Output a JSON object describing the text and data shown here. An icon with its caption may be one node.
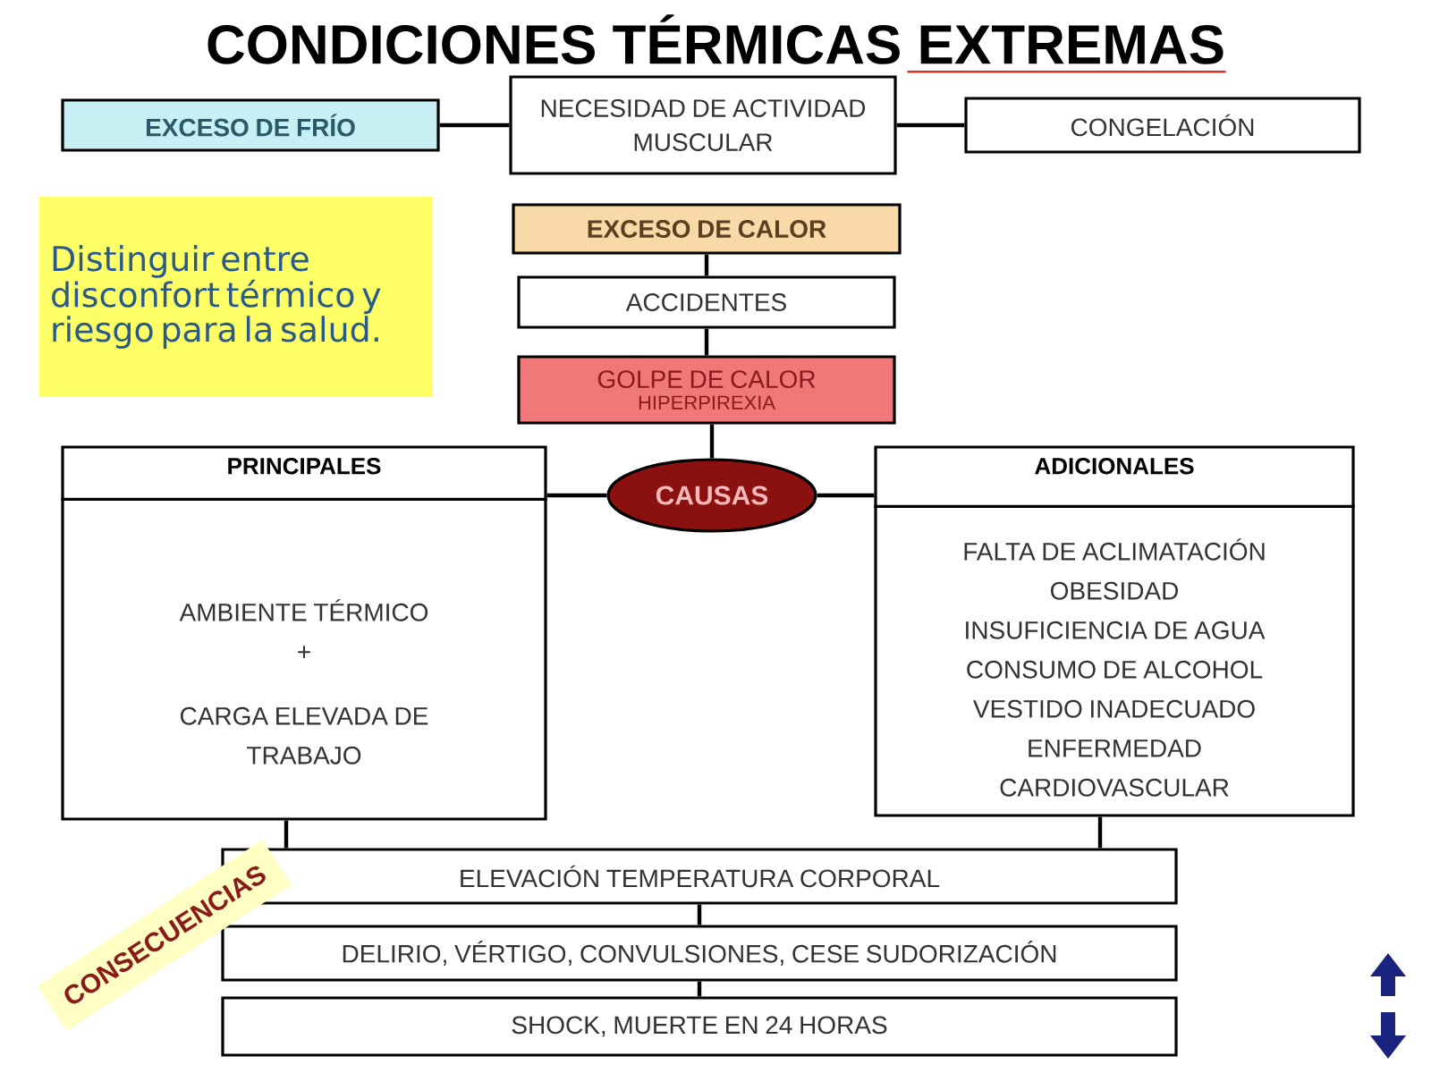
{
  "diagram": {
    "title": "CONDICIONES TÉRMICAS EXTREMAS",
    "nodes": [
      {
        "text": [
          "EXCESO DE FRÍO"
        ]
      },
      {
        "text": [
          "NECESIDAD DE ACTIVIDAD MUSCULAR"
        ]
      },
      {
        "text": [
          "CONGELACIÓN"
        ]
      },
      {
        "text": [
          "Distinguir entre disconfort térmico y riesgo para la salud."
        ]
      },
      {
        "text": [
          "EXCESO DE CALOR"
        ]
      },
      {
        "text": [
          "ACCIDENTES"
        ]
      },
      {
        "text": [
          "GOLPE DE CALOR",
          "HIPERPIREXIA"
        ]
      },
      {
        "text": [
          "CAUSAS"
        ]
      },
      {
        "text": [
          "PRINCIPALES",
          "AMBIENTE TÉRMICO",
          "+",
          "CARGA ELEVADA DE TRABAJO"
        ]
      },
      {
        "text": [
          "ADICIONALES",
          "FALTA DE ACLIMATACIÓN",
          "OBESIDAD",
          "INSUFICIENCIA DE AGUA",
          "CONSUMO DE ALCOHOL",
          "VESTIDO INADECUADO",
          "ENFERMEDAD CARDIOVASCULAR"
        ]
      },
      {
        "text": [
          "ELEVACIÓN TEMPERATURA CORPORAL"
        ]
      },
      {
        "text": [
          "DELIRIO, VÉRTIGO, CONVULSIONES, CESE SUDORIZACIÓN"
        ]
      },
      {
        "text": [
          "SHOCK, MUERTE EN 24 HORAS"
        ]
      },
      {
        "text": [
          "CONSECUENCIAS"
        ]
      }
    ],
    "edges": [
      {
        "from": 0,
        "to": 1,
        "arrow": "none"
      },
      {
        "from": 1,
        "to": 2,
        "arrow": "none"
      },
      {
        "from": 4,
        "to": 5,
        "arrow": "none"
      },
      {
        "from": 5,
        "to": 6,
        "arrow": "none"
      },
      {
        "from": 6,
        "to": 7,
        "arrow": "none"
      },
      {
        "from": 7,
        "to": 8,
        "arrow": "none"
      },
      {
        "from": 7,
        "to": 9,
        "arrow": "none"
      },
      {
        "from": 8,
        "to": 10,
        "arrow": "none"
      },
      {
        "from": 9,
        "to": 10,
        "arrow": "none"
      },
      {
        "from": 10,
        "to": 11,
        "arrow": "none"
      },
      {
        "from": 11,
        "to": 12,
        "arrow": "none"
      }
    ]
  }
}
